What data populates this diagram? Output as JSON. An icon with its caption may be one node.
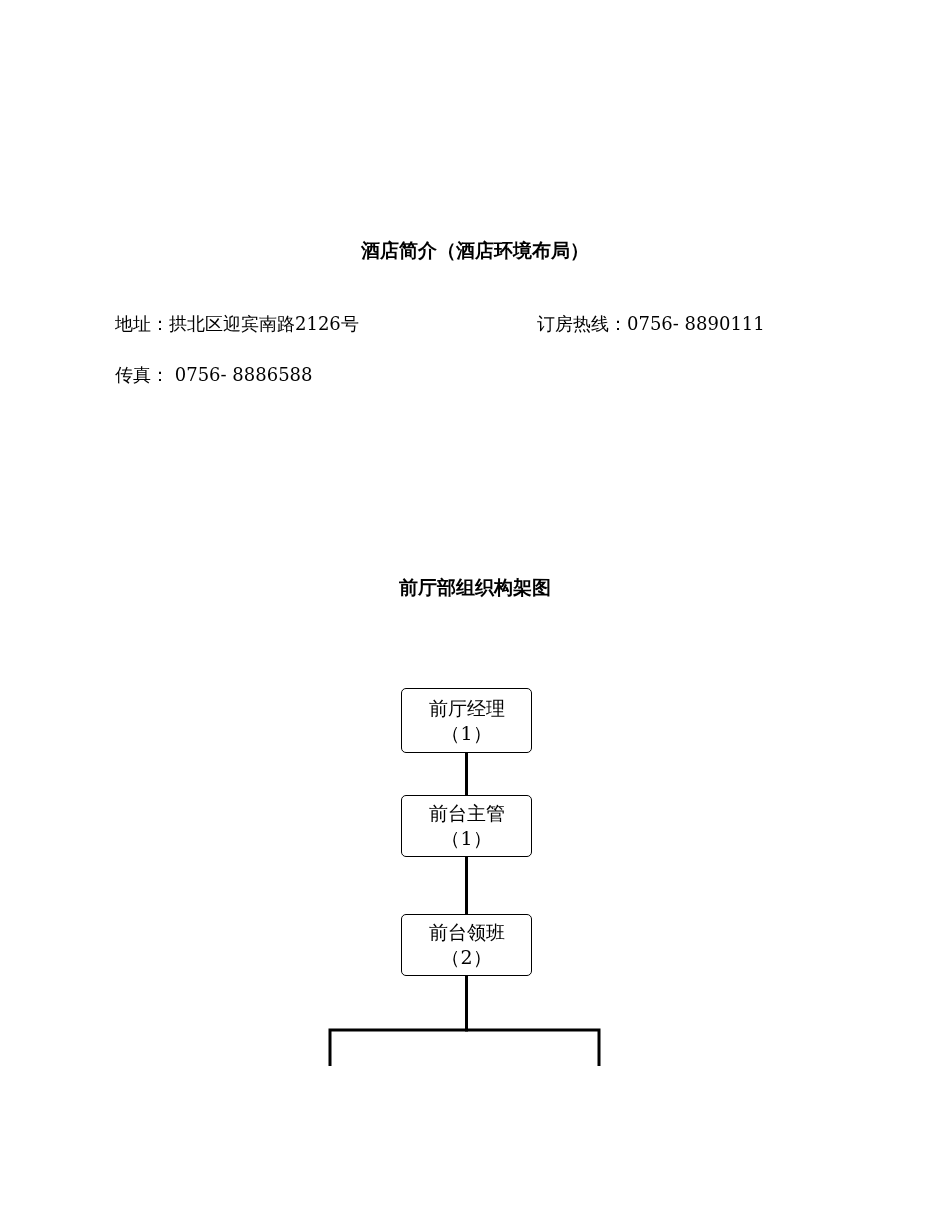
{
  "diagram": {
    "title": "酒店简介（酒店环境布局）",
    "nodes": [
      {
        "text": [
          "前厅经理",
          "（1）"
        ]
      },
      {
        "text": [
          "前台主管",
          "（1）"
        ]
      },
      {
        "text": [
          "前台领班",
          "（2）"
        ]
      }
    ],
    "edges": [
      {
        "from": 0,
        "to": 1,
        "arrow": "none"
      },
      {
        "from": 1,
        "to": 2,
        "arrow": "none"
      },
      {
        "from": 2,
        "to": null,
        "arrow": "none"
      },
      {
        "from": 2,
        "to": null,
        "arrow": "none"
      }
    ],
    "labels": [
      "地址：拱北区迎宾南路2126号",
      "订房热线：0756- 8890111",
      "传真： 0756- 8886588",
      "前厅部组织构架图"
    ]
  }
}
